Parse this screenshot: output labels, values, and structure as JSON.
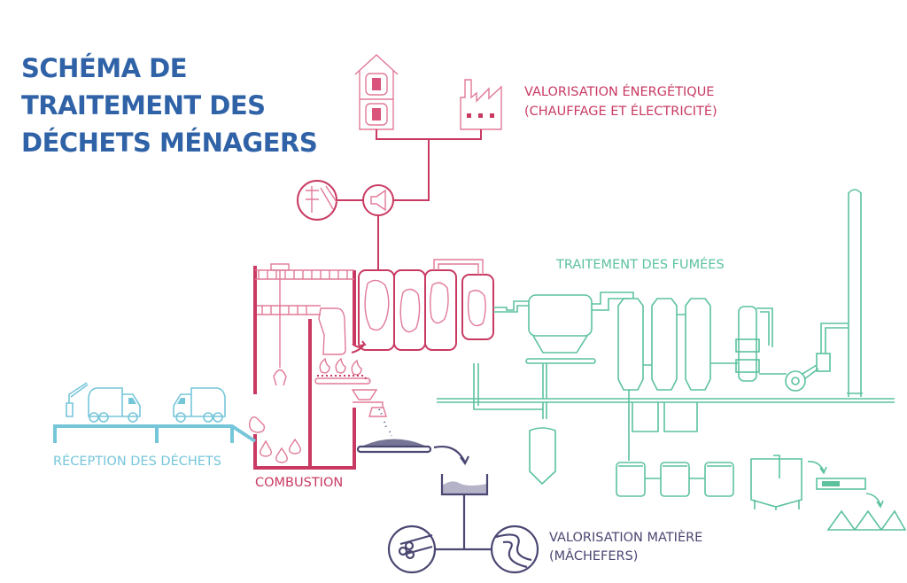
{
  "title": {
    "line1": "SCHÉMA DE",
    "line2": "TRAITEMENT DES",
    "line3": "DÉCHETS MÉNAGERS"
  },
  "labels": {
    "energy_line1": "VALORISATION ÉNERGÉTIQUE",
    "energy_line2": "(CHAUFFAGE ET ÉLECTRICITÉ)",
    "fumes": "TRAITEMENT DES FUMÉES",
    "reception": "RÉCEPTION DES DÉCHETS",
    "combustion": "COMBUSTION",
    "material_line1": "VALORISATION MATIÈRE",
    "material_line2": "(MÂCHEFERS)"
  },
  "colors": {
    "title": "#2f62a6",
    "energy": "#c93a62",
    "fumes": "#5cc29e",
    "reception": "#76c6da",
    "material": "#4a4772"
  }
}
